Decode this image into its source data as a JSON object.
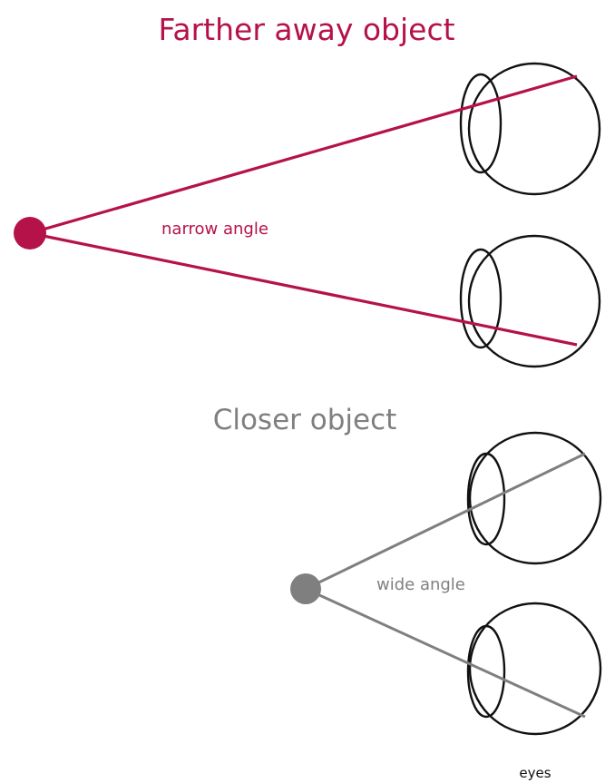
{
  "far_section": {
    "title": "Farther away object",
    "angle_label": "narrow angle",
    "color": "#b5124a"
  },
  "close_section": {
    "title": "Closer object",
    "angle_label": "wide angle",
    "color": "#7f7f7f"
  },
  "eyes_label": "eyes",
  "outline_color": "#111111"
}
